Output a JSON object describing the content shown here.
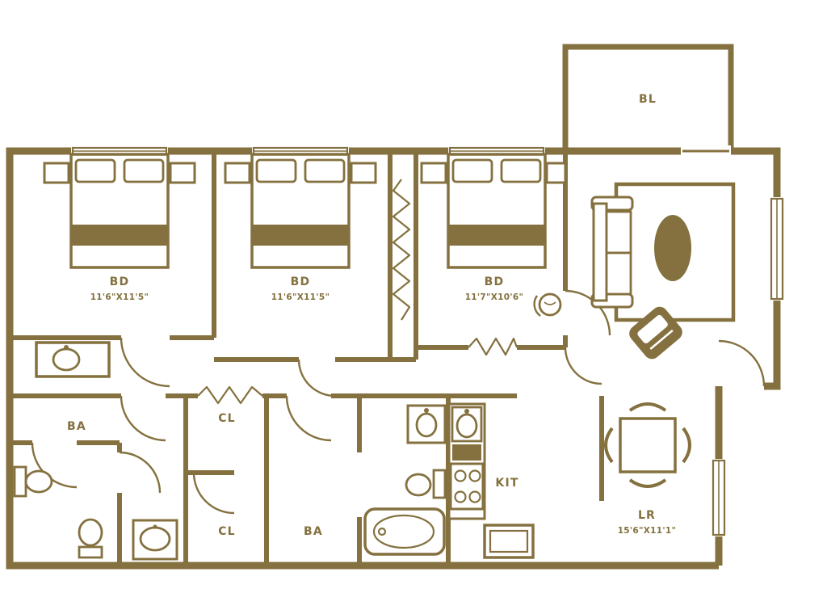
{
  "colors": {
    "wall": "#84713F",
    "background": "#FFFFFF"
  },
  "plan": {
    "balcony": {
      "code": "BL"
    },
    "bedroom1": {
      "code": "BD",
      "dims": "11'6\"X11'5\""
    },
    "bedroom2": {
      "code": "BD",
      "dims": "11'6\"X11'5\""
    },
    "bedroom3": {
      "code": "BD",
      "dims": "11'7\"X10'6\""
    },
    "living_room": {
      "code": "LR",
      "dims": "15'6\"X11'1\""
    },
    "kitchen": {
      "code": "KIT"
    },
    "bath_left": {
      "code": "BA"
    },
    "bath_main": {
      "code": "BA"
    },
    "closet_upper": {
      "code": "CL"
    },
    "closet_lower": {
      "code": "CL"
    }
  }
}
